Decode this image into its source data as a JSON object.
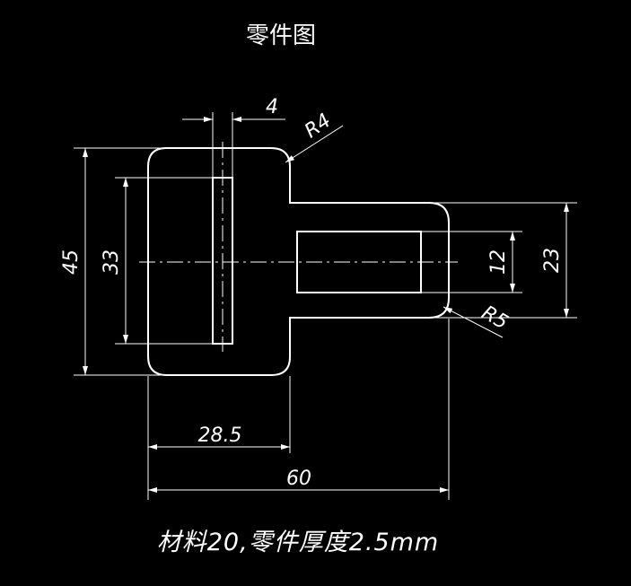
{
  "title": "零件图",
  "note": "材料20,零件厚度2.5mm",
  "dimensions": {
    "slot_width": "4",
    "corner_radius_left": "R4",
    "corner_radius_right": "R5",
    "overall_height": "45",
    "slot_height": "33",
    "hole_height": "12",
    "tab_height": "23",
    "body_width": "28.5",
    "overall_width": "60"
  },
  "colors": {
    "background": "#000000",
    "lines": "#ffffff"
  }
}
